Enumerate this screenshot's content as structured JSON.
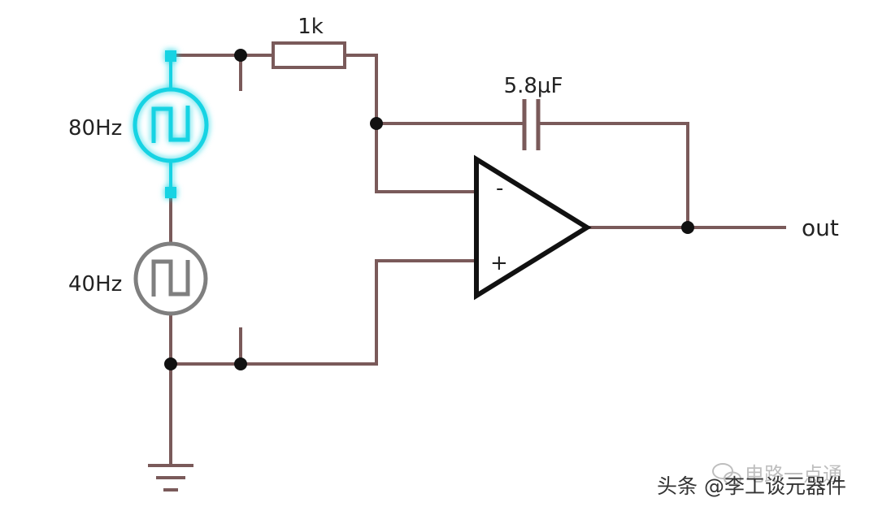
{
  "components": {
    "resistor": {
      "label": "1k"
    },
    "capacitor": {
      "label": "5.8µF"
    },
    "source_top": {
      "label": "80Hz"
    },
    "source_bottom": {
      "label": "40Hz"
    },
    "opamp": {
      "minus": "-",
      "plus": "+"
    },
    "output": {
      "label": "out"
    }
  },
  "watermark": {
    "line1": "电路一点通",
    "line2": "头条 @李工谈元器件"
  },
  "colors": {
    "wire": "#7a5a5a",
    "selected_source": "#19d3e3",
    "inactive_source": "#7f7f7f",
    "node": "#111111"
  },
  "icons": {
    "source_symbol": "square-wave-icon",
    "ground_symbol": "ground-icon",
    "watermark_logo": "wechat-icon"
  }
}
